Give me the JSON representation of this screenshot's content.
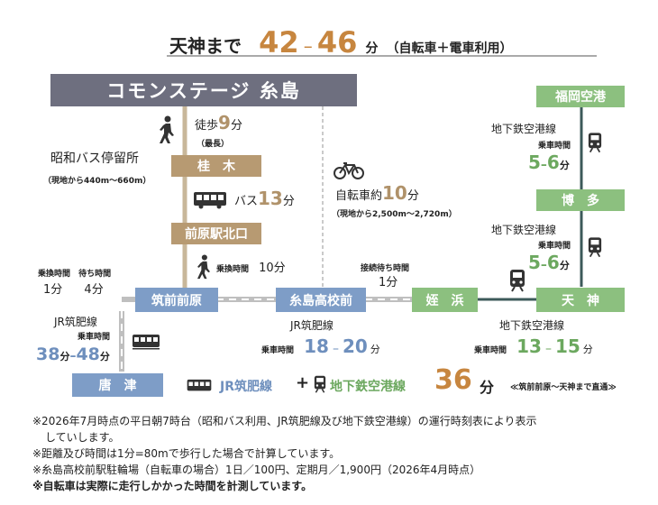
{
  "header": {
    "prefix": "天神まで",
    "time_from": "42",
    "dash": "–",
    "time_to": "46",
    "unit": "分",
    "note": "（自転車＋電車利用）"
  },
  "property": {
    "name": "コモンステージ 糸島"
  },
  "walk": {
    "label": "徒歩",
    "value": "9",
    "unit": "分",
    "note": "（最長）"
  },
  "bus_stop": {
    "name": "昭和バス停留所",
    "distance": "（現地から440m〜660m）"
  },
  "stations": {
    "katsuragi": "桂　木",
    "maebaru_kitaguchi": "前原駅北口",
    "chikuzen_maebaru": "筑前前原",
    "itoshima_koukoumae": "糸島高校前",
    "meinohama": "姪　浜",
    "tenjin": "天　神",
    "karatsu": "唐　津",
    "hakata": "博　多",
    "fukuoka_airport": "福岡空港"
  },
  "bus": {
    "label": "バス",
    "value": "13",
    "unit": "分"
  },
  "transfer_walk": {
    "label": "乗換時間",
    "value": "10分"
  },
  "bicycle": {
    "label": "自転車約",
    "value": "10",
    "unit": "分",
    "distance": "（現地から2,500m〜2,720m）"
  },
  "transfer_times": {
    "label1": "乗換時間",
    "label2": "待ち時間",
    "value1": "1分",
    "value2": "4分"
  },
  "connection_wait": {
    "label": "接続待ち時間",
    "value": "1分"
  },
  "jr_karatsu": {
    "line": "JR筑肥線",
    "time_label": "乗車時間",
    "from": "38",
    "from_unit": "分",
    "dash": "–",
    "to": "48",
    "to_unit": "分"
  },
  "jr_itoshima": {
    "line": "JR筑肥線",
    "time_label": "乗車時間",
    "from": "18",
    "dash": "–",
    "to": "20",
    "unit": "分"
  },
  "subway_tenjin": {
    "line": "地下鉄空港線",
    "time_label": "乗車時間",
    "from": "13",
    "dash": "–",
    "to": "15",
    "unit": "分"
  },
  "subway_hakata": {
    "line": "地下鉄空港線",
    "time_label": "乗車時間",
    "from": "5",
    "dash": "–",
    "to": "6",
    "unit": "分"
  },
  "subway_airport": {
    "line": "地下鉄空港線",
    "time_label": "乗車時間",
    "from": "5",
    "dash": "–",
    "to": "6",
    "unit": "分"
  },
  "through_service": {
    "jr_line": "JR筑肥線",
    "plus": "+",
    "subway_line": "地下鉄空港線",
    "value": "36",
    "unit": "分",
    "note": "≪筑前前原〜天神まで直通≫"
  },
  "footnotes": [
    "※2026年7月時点の平日朝7時台（昭和バス利用、JR筑肥線及び地下鉄空港線）の運行時刻表により表示",
    "していします。",
    "※距離及び時間は1分=80mで歩行した場合で計算しています。",
    "※糸島高校前駅駐輪場（自転車の場合）1日／100円、定期月／1,900円（2026年4月時点）",
    "※自転車は実際に走行しかかった時間を計測しています。"
  ],
  "colors": {
    "gray": "#6e6f7f",
    "tan": "#b79a72",
    "blue": "#7e9dc7",
    "green": "#8cc07f",
    "orange": "#c7863f",
    "teal_line": "#3c5a5a"
  },
  "icons": [
    "walking-person-icon",
    "bus-icon",
    "bicycle-icon",
    "train-icon",
    "subway-icon"
  ]
}
